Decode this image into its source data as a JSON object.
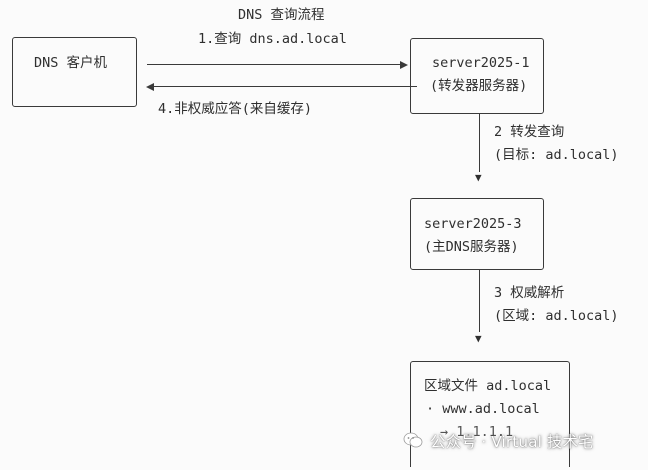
{
  "diagram": {
    "title": "DNS 查询流程",
    "nodes": {
      "client": {
        "label": "DNS 客户机"
      },
      "server1": {
        "line1": "server2025-1",
        "line2": "(转发器服务器)"
      },
      "server3": {
        "line1": "server2025-3",
        "line2": "(主DNS服务器)"
      },
      "zone": {
        "line1": "区域文件 ad.local",
        "line2": "· www.ad.local",
        "line3": "→ 1.1.1.1"
      }
    },
    "edges": {
      "query": "1.查询 dns.ad.local",
      "nonauth": "4.非权威应答(来自缓存)",
      "forward_line1": "2 转发查询",
      "forward_line2": "(目标: ad.local)",
      "resolve_line1": "3 权威解析",
      "resolve_line2": "(区域: ad.local)"
    },
    "down_arrow_glyph": "▼",
    "pipe_glyph": "|"
  },
  "watermark": {
    "text": "公众号 · Virtual 技术宅",
    "icon": "wechat-icon"
  }
}
